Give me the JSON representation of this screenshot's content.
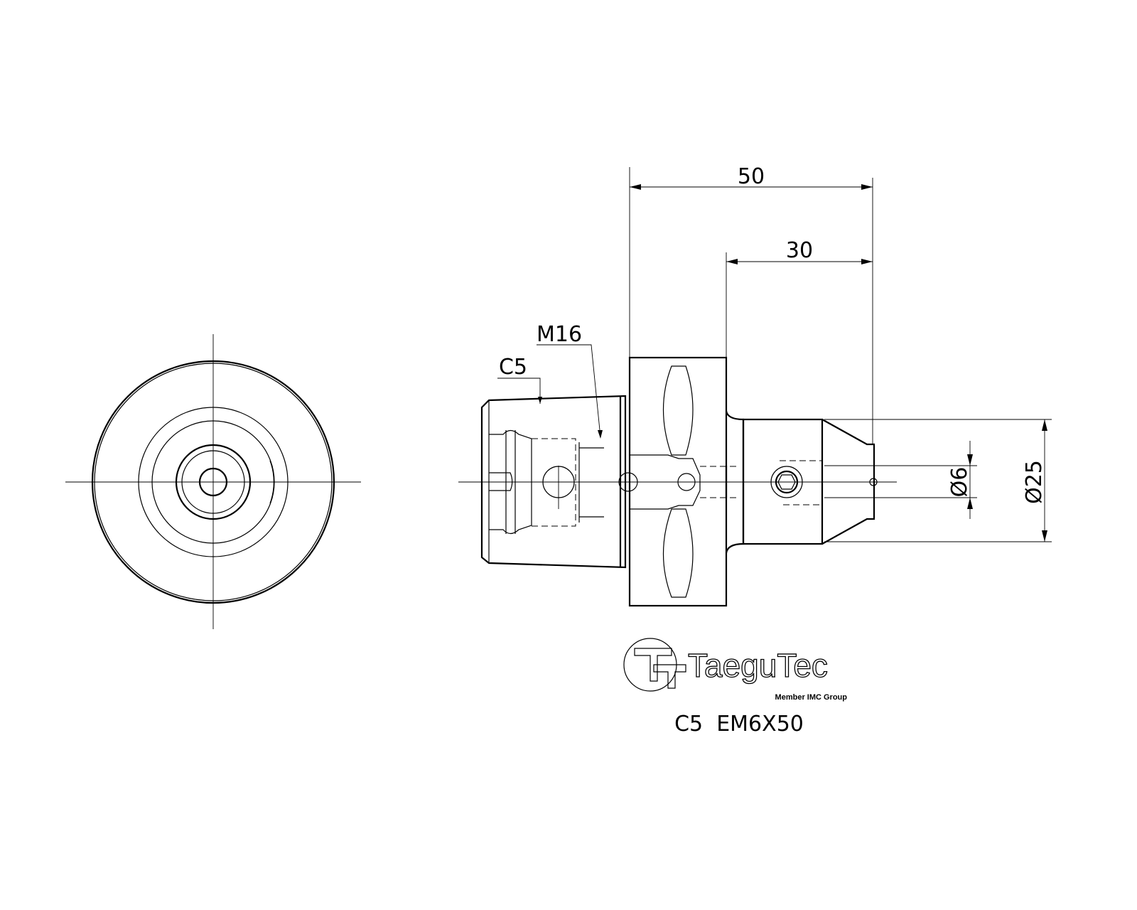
{
  "drawing": {
    "dimensions": {
      "overall_length": "50",
      "shank_length": "30",
      "thread": "M16",
      "collet": "C5",
      "bore_diameter": "Ø6",
      "shank_diameter": "Ø25"
    },
    "logo": {
      "brand": "TaeguTec",
      "tagline": "Member IMC Group"
    },
    "part_designation": "C5  EM6X50"
  }
}
